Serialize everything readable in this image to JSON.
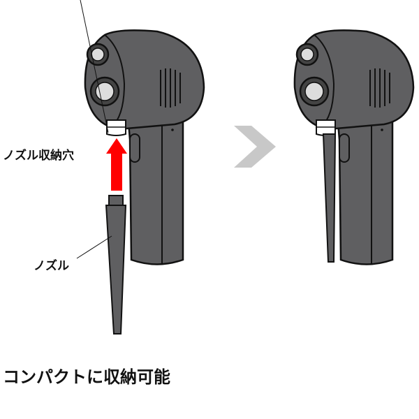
{
  "labels": {
    "nozzle_hole": "ノズル収納穴",
    "nozzle": "ノズル"
  },
  "caption": "コンパクトに収納可能",
  "colors": {
    "body": "#5f5f61",
    "arrow_red": "#ff0000",
    "arrow_gray": "#c8c8c8"
  }
}
